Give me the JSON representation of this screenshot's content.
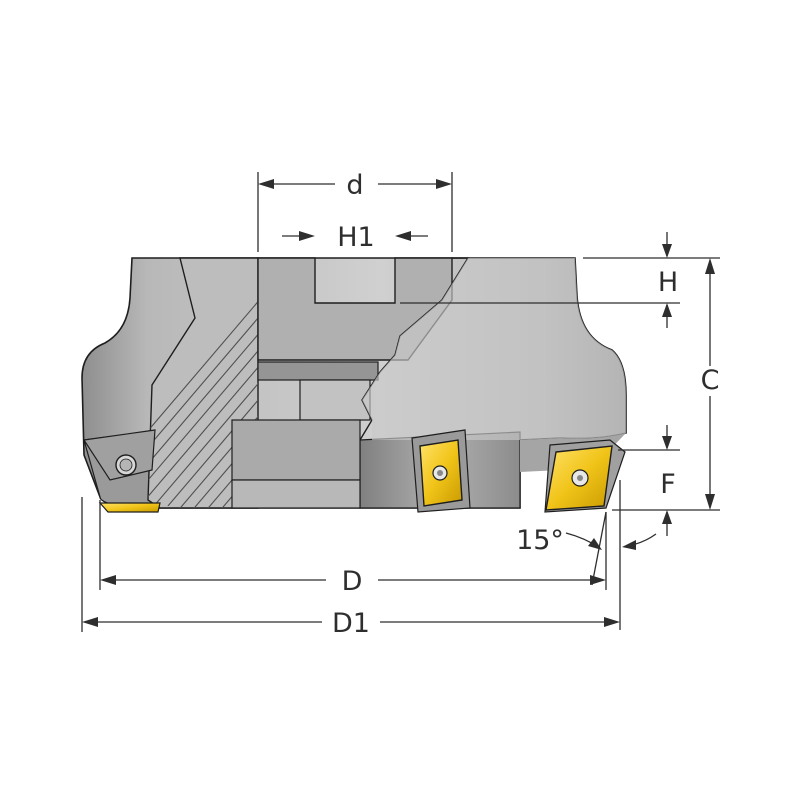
{
  "labels": {
    "d": "d",
    "H1": "H1",
    "H": "H",
    "C": "C",
    "F": "F",
    "angle": "15°",
    "D": "D",
    "D1": "D1"
  },
  "colors": {
    "body_light": "#c9c9c9",
    "body_mid": "#a8a8a8",
    "body_dark": "#8a8a8a",
    "section": "#b5b5b5",
    "insert": "#f1c419",
    "insert_dark": "#c99a00",
    "line": "#2e2e2e"
  },
  "icons": [
    "cutter-body",
    "carbide-insert",
    "screw-hole"
  ]
}
